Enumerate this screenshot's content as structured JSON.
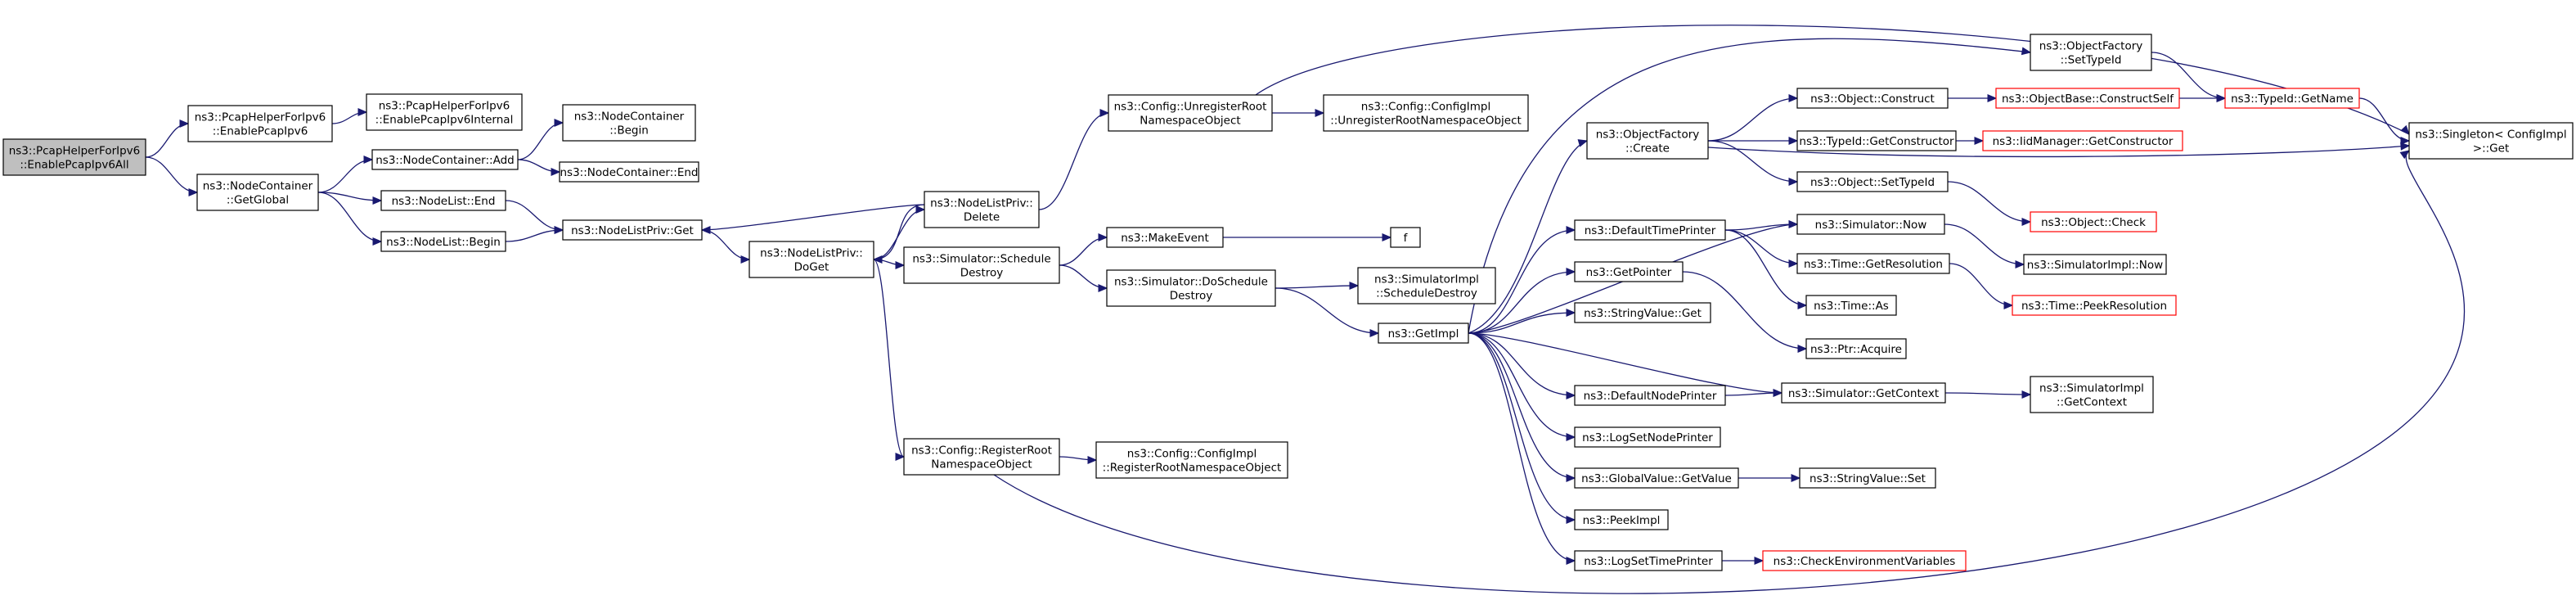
{
  "graph": {
    "title": "Call graph of ns3::PcapHelperForIpv6::EnablePcapIpv6All",
    "colors": {
      "edge": "#191970",
      "root_fill": "#bfbfbf",
      "node_border": "#000000",
      "external_border": "#ff0000",
      "background": "#ffffff"
    },
    "nodes": {
      "n0": {
        "lines": [
          "ns3::PcapHelperForIpv6",
          "::EnablePcapIpv6All"
        ],
        "kind": "root"
      },
      "n1": {
        "lines": [
          "ns3::PcapHelperForIpv6",
          "::EnablePcapIpv6"
        ],
        "kind": "normal"
      },
      "n2": {
        "lines": [
          "ns3::PcapHelperForIpv6",
          "::EnablePcapIpv6Internal"
        ],
        "kind": "normal"
      },
      "n3": {
        "lines": [
          "ns3::NodeContainer",
          "::GetGlobal"
        ],
        "kind": "normal"
      },
      "n4": {
        "lines": [
          "ns3::NodeContainer::Add"
        ],
        "kind": "normal"
      },
      "n5": {
        "lines": [
          "ns3::NodeContainer",
          "::Begin"
        ],
        "kind": "normal"
      },
      "n6": {
        "lines": [
          "ns3::NodeContainer::End"
        ],
        "kind": "normal"
      },
      "n7": {
        "lines": [
          "ns3::NodeList::End"
        ],
        "kind": "normal"
      },
      "n8": {
        "lines": [
          "ns3::NodeList::Begin"
        ],
        "kind": "normal"
      },
      "n9": {
        "lines": [
          "ns3::NodeListPriv::Get"
        ],
        "kind": "normal"
      },
      "n10": {
        "lines": [
          "ns3::NodeListPriv::",
          "DoGet"
        ],
        "kind": "normal"
      },
      "n11": {
        "lines": [
          "ns3::NodeListPriv::",
          "Delete"
        ],
        "kind": "normal"
      },
      "n12": {
        "lines": [
          "ns3::Simulator::Schedule",
          "Destroy"
        ],
        "kind": "normal"
      },
      "n13": {
        "lines": [
          "ns3::Config::RegisterRoot",
          "NamespaceObject"
        ],
        "kind": "normal"
      },
      "n14": {
        "lines": [
          "ns3::Config::ConfigImpl",
          "::RegisterRootNamespaceObject"
        ],
        "kind": "normal"
      },
      "n15": {
        "lines": [
          "ns3::Config::UnregisterRoot",
          "NamespaceObject"
        ],
        "kind": "normal"
      },
      "n16": {
        "lines": [
          "ns3::Config::ConfigImpl",
          "::UnregisterRootNamespaceObject"
        ],
        "kind": "normal"
      },
      "n17": {
        "lines": [
          "ns3::MakeEvent"
        ],
        "kind": "normal"
      },
      "n18": {
        "lines": [
          "f"
        ],
        "kind": "normal"
      },
      "n19": {
        "lines": [
          "ns3::Simulator::DoSchedule",
          "Destroy"
        ],
        "kind": "normal"
      },
      "n20": {
        "lines": [
          "ns3::SimulatorImpl",
          "::ScheduleDestroy"
        ],
        "kind": "normal"
      },
      "n21": {
        "lines": [
          "ns3::GetImpl"
        ],
        "kind": "normal"
      },
      "n22": {
        "lines": [
          "ns3::ObjectFactory",
          "::Create"
        ],
        "kind": "normal"
      },
      "n23": {
        "lines": [
          "ns3::DefaultTimePrinter"
        ],
        "kind": "normal"
      },
      "n24": {
        "lines": [
          "ns3::GetPointer"
        ],
        "kind": "normal"
      },
      "n25": {
        "lines": [
          "ns3::StringValue::Get"
        ],
        "kind": "normal"
      },
      "n26": {
        "lines": [
          "ns3::DefaultNodePrinter"
        ],
        "kind": "normal"
      },
      "n27": {
        "lines": [
          "ns3::LogSetNodePrinter"
        ],
        "kind": "normal"
      },
      "n28": {
        "lines": [
          "ns3::GlobalValue::GetValue"
        ],
        "kind": "normal"
      },
      "n29": {
        "lines": [
          "ns3::PeekImpl"
        ],
        "kind": "normal"
      },
      "n30": {
        "lines": [
          "ns3::LogSetTimePrinter"
        ],
        "kind": "normal"
      },
      "n31": {
        "lines": [
          "ns3::ObjectFactory",
          "::SetTypeId"
        ],
        "kind": "normal"
      },
      "n32": {
        "lines": [
          "ns3::Object::Construct"
        ],
        "kind": "normal"
      },
      "n33": {
        "lines": [
          "ns3::TypeId::GetConstructor"
        ],
        "kind": "normal"
      },
      "n34": {
        "lines": [
          "ns3::Object::SetTypeId"
        ],
        "kind": "normal"
      },
      "n35": {
        "lines": [
          "ns3::Simulator::Now"
        ],
        "kind": "normal"
      },
      "n36": {
        "lines": [
          "ns3::Time::GetResolution"
        ],
        "kind": "normal"
      },
      "n37": {
        "lines": [
          "ns3::Time::As"
        ],
        "kind": "normal"
      },
      "n38": {
        "lines": [
          "ns3::Ptr::Acquire"
        ],
        "kind": "normal"
      },
      "n39": {
        "lines": [
          "ns3::Simulator::GetContext"
        ],
        "kind": "normal"
      },
      "n40": {
        "lines": [
          "ns3::StringValue::Set"
        ],
        "kind": "normal"
      },
      "n41": {
        "lines": [
          "ns3::CheckEnvironmentVariables"
        ],
        "kind": "external"
      },
      "n42": {
        "lines": [
          "ns3::ObjectBase::ConstructSelf"
        ],
        "kind": "external"
      },
      "n43": {
        "lines": [
          "ns3::IidManager::GetConstructor"
        ],
        "kind": "external"
      },
      "n44": {
        "lines": [
          "ns3::Object::Check"
        ],
        "kind": "external"
      },
      "n45": {
        "lines": [
          "ns3::SimulatorImpl::Now"
        ],
        "kind": "normal"
      },
      "n46": {
        "lines": [
          "ns3::Time::PeekResolution"
        ],
        "kind": "external"
      },
      "n47": {
        "lines": [
          "ns3::SimulatorImpl",
          "::GetContext"
        ],
        "kind": "normal"
      },
      "n48": {
        "lines": [
          "ns3::TypeId::GetName"
        ],
        "kind": "external"
      },
      "n49": {
        "lines": [
          "ns3::Singleton< ConfigImpl",
          " >::Get"
        ],
        "kind": "normal"
      }
    },
    "edges": [
      {
        "from": "n0",
        "to": "n1"
      },
      {
        "from": "n0",
        "to": "n3"
      },
      {
        "from": "n1",
        "to": "n2"
      },
      {
        "from": "n3",
        "to": "n4"
      },
      {
        "from": "n3",
        "to": "n7"
      },
      {
        "from": "n3",
        "to": "n8"
      },
      {
        "from": "n4",
        "to": "n5"
      },
      {
        "from": "n4",
        "to": "n6"
      },
      {
        "from": "n7",
        "to": "n9"
      },
      {
        "from": "n8",
        "to": "n9"
      },
      {
        "from": "n9",
        "to": "n10"
      },
      {
        "from": "n10",
        "to": "n11"
      },
      {
        "from": "n10",
        "to": "n12"
      },
      {
        "from": "n10",
        "to": "n13"
      },
      {
        "from": "n11",
        "to": "n9"
      },
      {
        "from": "n11",
        "to": "n10"
      },
      {
        "from": "n11",
        "to": "n15"
      },
      {
        "from": "n12",
        "to": "n17"
      },
      {
        "from": "n12",
        "to": "n19"
      },
      {
        "from": "n13",
        "to": "n14"
      },
      {
        "from": "n13",
        "to": "n49"
      },
      {
        "from": "n15",
        "to": "n16"
      },
      {
        "from": "n15",
        "to": "n49"
      },
      {
        "from": "n17",
        "to": "n18"
      },
      {
        "from": "n19",
        "to": "n20"
      },
      {
        "from": "n19",
        "to": "n21"
      },
      {
        "from": "n21",
        "to": "n22"
      },
      {
        "from": "n21",
        "to": "n31"
      },
      {
        "from": "n21",
        "to": "n35"
      },
      {
        "from": "n21",
        "to": "n23"
      },
      {
        "from": "n21",
        "to": "n24"
      },
      {
        "from": "n21",
        "to": "n25"
      },
      {
        "from": "n21",
        "to": "n39"
      },
      {
        "from": "n21",
        "to": "n26"
      },
      {
        "from": "n21",
        "to": "n27"
      },
      {
        "from": "n21",
        "to": "n28"
      },
      {
        "from": "n21",
        "to": "n29"
      },
      {
        "from": "n21",
        "to": "n30"
      },
      {
        "from": "n22",
        "to": "n32"
      },
      {
        "from": "n22",
        "to": "n33"
      },
      {
        "from": "n22",
        "to": "n34"
      },
      {
        "from": "n22",
        "to": "n49"
      },
      {
        "from": "n23",
        "to": "n35"
      },
      {
        "from": "n23",
        "to": "n36"
      },
      {
        "from": "n23",
        "to": "n37"
      },
      {
        "from": "n24",
        "to": "n38"
      },
      {
        "from": "n26",
        "to": "n39"
      },
      {
        "from": "n28",
        "to": "n40"
      },
      {
        "from": "n30",
        "to": "n41"
      },
      {
        "from": "n31",
        "to": "n48"
      },
      {
        "from": "n32",
        "to": "n42"
      },
      {
        "from": "n33",
        "to": "n43"
      },
      {
        "from": "n34",
        "to": "n44"
      },
      {
        "from": "n35",
        "to": "n45"
      },
      {
        "from": "n36",
        "to": "n46"
      },
      {
        "from": "n39",
        "to": "n47"
      },
      {
        "from": "n42",
        "to": "n48"
      },
      {
        "from": "n48",
        "to": "n49"
      }
    ]
  }
}
